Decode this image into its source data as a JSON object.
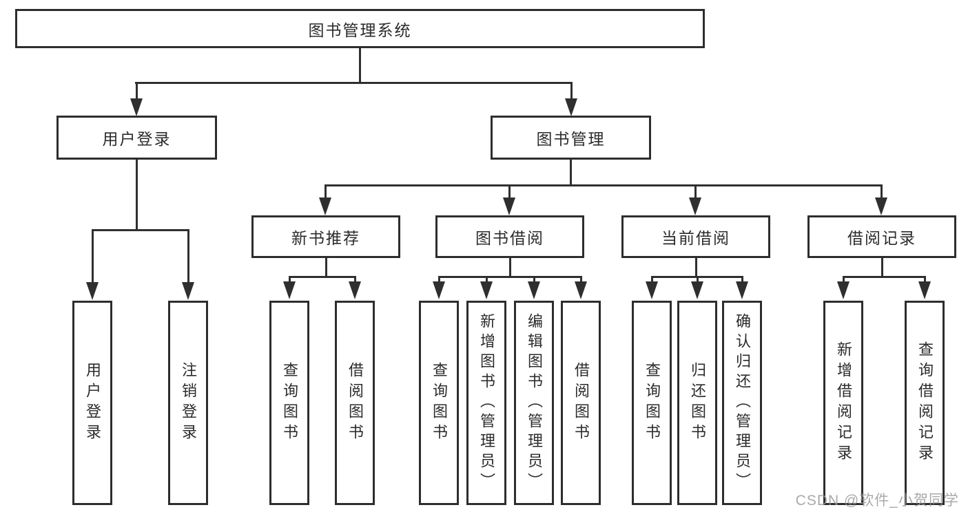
{
  "diagram": {
    "title": "图书管理系统",
    "root": {
      "label": "图书管理系统"
    },
    "branches": [
      {
        "label": "用户登录",
        "children": [
          {
            "label": "用户登录"
          },
          {
            "label": "注销登录"
          }
        ]
      },
      {
        "label": "图书管理",
        "children": [
          {
            "label": "新书推荐",
            "children": [
              {
                "label": "查询图书"
              },
              {
                "label": "借阅图书"
              }
            ]
          },
          {
            "label": "图书借阅",
            "children": [
              {
                "label": "查询图书"
              },
              {
                "label": "新增图书（管理员）"
              },
              {
                "label": "编辑图书（管理员）"
              },
              {
                "label": "借阅图书"
              }
            ]
          },
          {
            "label": "当前借阅",
            "children": [
              {
                "label": "查询图书"
              },
              {
                "label": "归还图书"
              },
              {
                "label": "确认归还（管理员）"
              }
            ]
          },
          {
            "label": "借阅记录",
            "children": [
              {
                "label": "新增借阅记录"
              },
              {
                "label": "查询借阅记录"
              }
            ]
          }
        ]
      }
    ]
  },
  "watermark": {
    "text": "CSDN @软件_小贺同学"
  },
  "colors": {
    "line": "#2f2f2f",
    "box_border": "#2d2d2d",
    "text": "#2b2b2b",
    "watermark": "#969696",
    "background": "#ffffff"
  }
}
